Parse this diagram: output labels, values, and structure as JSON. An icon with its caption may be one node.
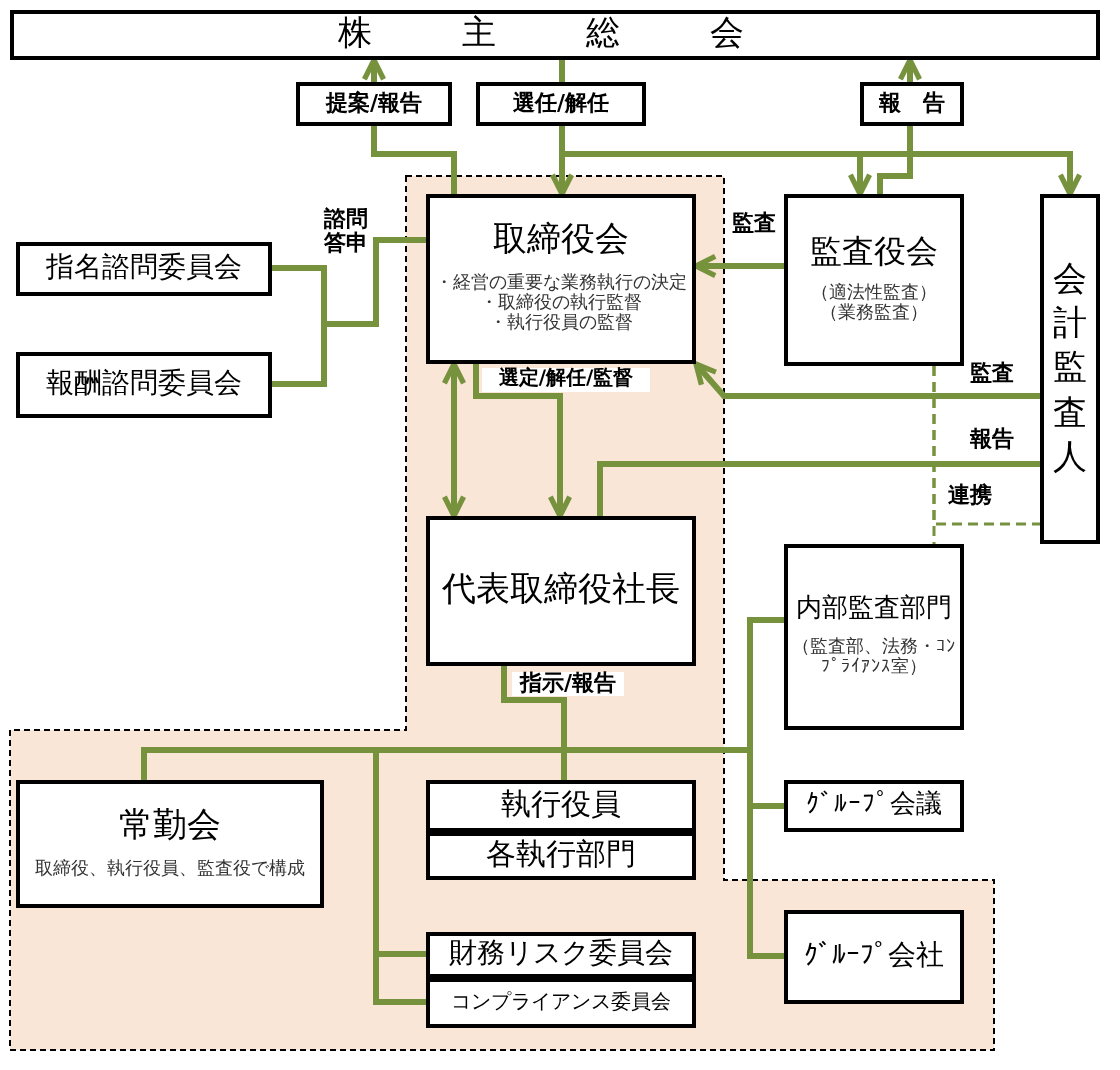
{
  "diagram": {
    "nodes": [
      {
        "text": [
          "株　主　総　会"
        ]
      },
      {
        "text": [
          "取締役会",
          "・経営の重要な業務執行の決定",
          "・取締役の執行監督",
          "・執行役員の監督"
        ]
      },
      {
        "text": [
          "監査役会",
          "（適法性監査）",
          "（業務監査）"
        ]
      },
      {
        "text": [
          "会計監査人"
        ]
      },
      {
        "text": [
          "指名諮問委員会"
        ]
      },
      {
        "text": [
          "報酬諮問委員会"
        ]
      },
      {
        "text": [
          "代表取締役社長"
        ]
      },
      {
        "text": [
          "内部監査部門",
          "（監査部、法務・ｺﾝﾌﾟﾗｲｱﾝｽ室）"
        ]
      },
      {
        "text": [
          "常勤会",
          "取締役、執行役員、監査役で構成"
        ]
      },
      {
        "text": [
          "執行役員"
        ]
      },
      {
        "text": [
          "各執行部門"
        ]
      },
      {
        "text": [
          "財務リスク委員会"
        ]
      },
      {
        "text": [
          "コンプライアンス委員会"
        ]
      },
      {
        "text": [
          "ｸﾞﾙｰﾌﾟ会議"
        ]
      },
      {
        "text": [
          "ｸﾞﾙｰﾌﾟ会社"
        ]
      }
    ],
    "edges": [
      {
        "from": 1,
        "to": 0,
        "arrow": "to",
        "label": "提案/報告"
      },
      {
        "from": 0,
        "to": 1,
        "arrow": "to",
        "label": "選任/解任"
      },
      {
        "from": 0,
        "to": 2,
        "arrow": "to"
      },
      {
        "from": 0,
        "to": 3,
        "arrow": "to"
      },
      {
        "from": 2,
        "to": 0,
        "arrow": "to",
        "label": "報　告"
      },
      {
        "from": 4,
        "to": 1,
        "arrow": "none",
        "label": "諮問答申"
      },
      {
        "from": 5,
        "to": 1,
        "arrow": "none"
      },
      {
        "from": 2,
        "to": 1,
        "arrow": "to",
        "label": "監査"
      },
      {
        "from": 1,
        "to": 6,
        "arrow": "to",
        "label": "選定/解任/監督"
      },
      {
        "from": 1,
        "to": 6,
        "arrow": "both"
      },
      {
        "from": 3,
        "to": 1,
        "arrow": "to",
        "label": "監査"
      },
      {
        "from": 3,
        "to": 6,
        "arrow": "none",
        "label": "報告"
      },
      {
        "from": 2,
        "to": 7,
        "arrow": "none",
        "style": "dashed",
        "label": "連携"
      },
      {
        "from": 2,
        "to": 3,
        "arrow": "none",
        "style": "dashed"
      },
      {
        "from": 6,
        "to": 8,
        "arrow": "none",
        "label": "指示/報告"
      },
      {
        "from": 6,
        "to": 9,
        "arrow": "none"
      },
      {
        "from": 6,
        "to": 11,
        "arrow": "none"
      },
      {
        "from": 6,
        "to": 12,
        "arrow": "none"
      },
      {
        "from": 6,
        "to": 13,
        "arrow": "none"
      },
      {
        "from": 6,
        "to": 14,
        "arrow": "none"
      },
      {
        "from": 6,
        "to": 7,
        "arrow": "none"
      }
    ]
  }
}
